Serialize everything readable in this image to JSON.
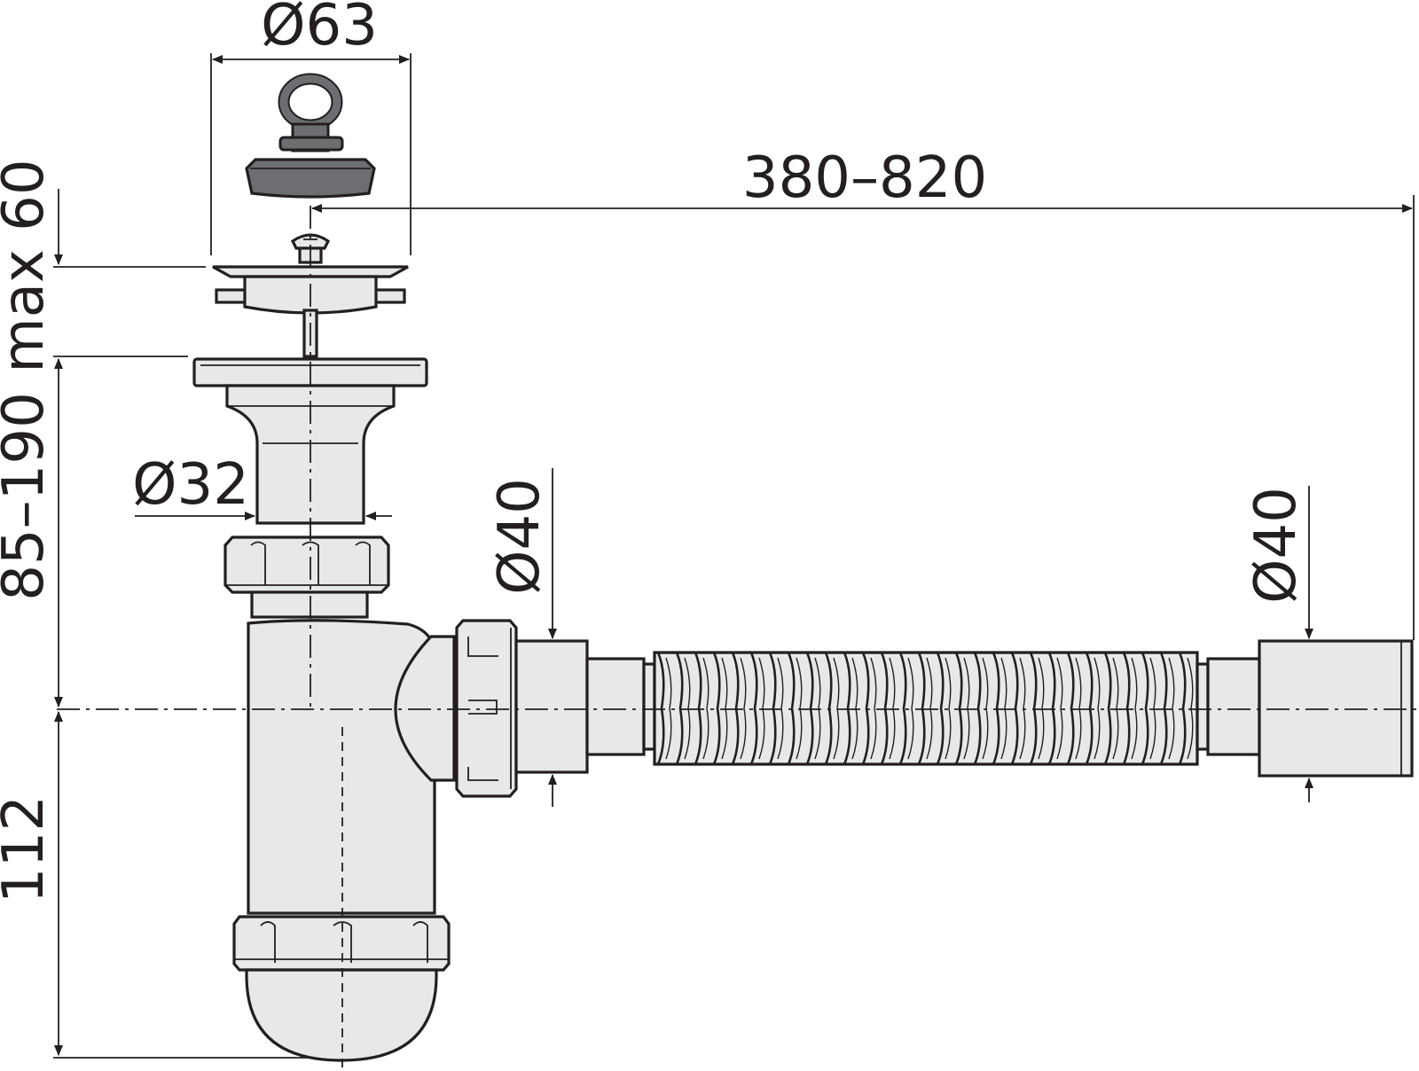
{
  "dimensions": {
    "stopper_diameter": "Ø63",
    "max_depth": "max 60",
    "outlet_length": "380–820",
    "inlet_height": "85–190",
    "tube_diameter": "Ø32",
    "outlet_diameter_left": "Ø40",
    "outlet_diameter_right": "Ø40",
    "trap_height": "112"
  },
  "colors": {
    "line": "#231f20",
    "fill": "#e8e8e8",
    "stopper": "#6d6e71",
    "background": "#ffffff"
  }
}
